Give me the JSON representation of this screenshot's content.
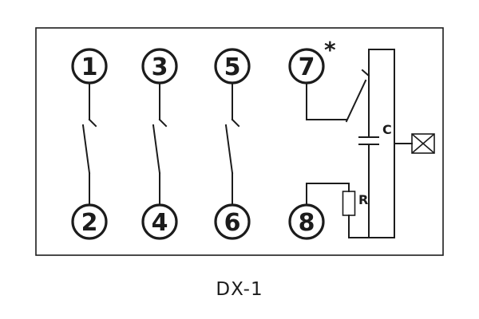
{
  "caption": "DX-1",
  "colors": {
    "line": "#1c1c1c",
    "background": "#ffffff"
  },
  "terminals": [
    {
      "label": "1"
    },
    {
      "label": "2"
    },
    {
      "label": "3"
    },
    {
      "label": "4"
    },
    {
      "label": "5"
    },
    {
      "label": "6"
    },
    {
      "label": "7"
    },
    {
      "label": "8"
    }
  ],
  "annotations": {
    "asterisk": "*",
    "capacitor": "C",
    "resistor": "R"
  }
}
